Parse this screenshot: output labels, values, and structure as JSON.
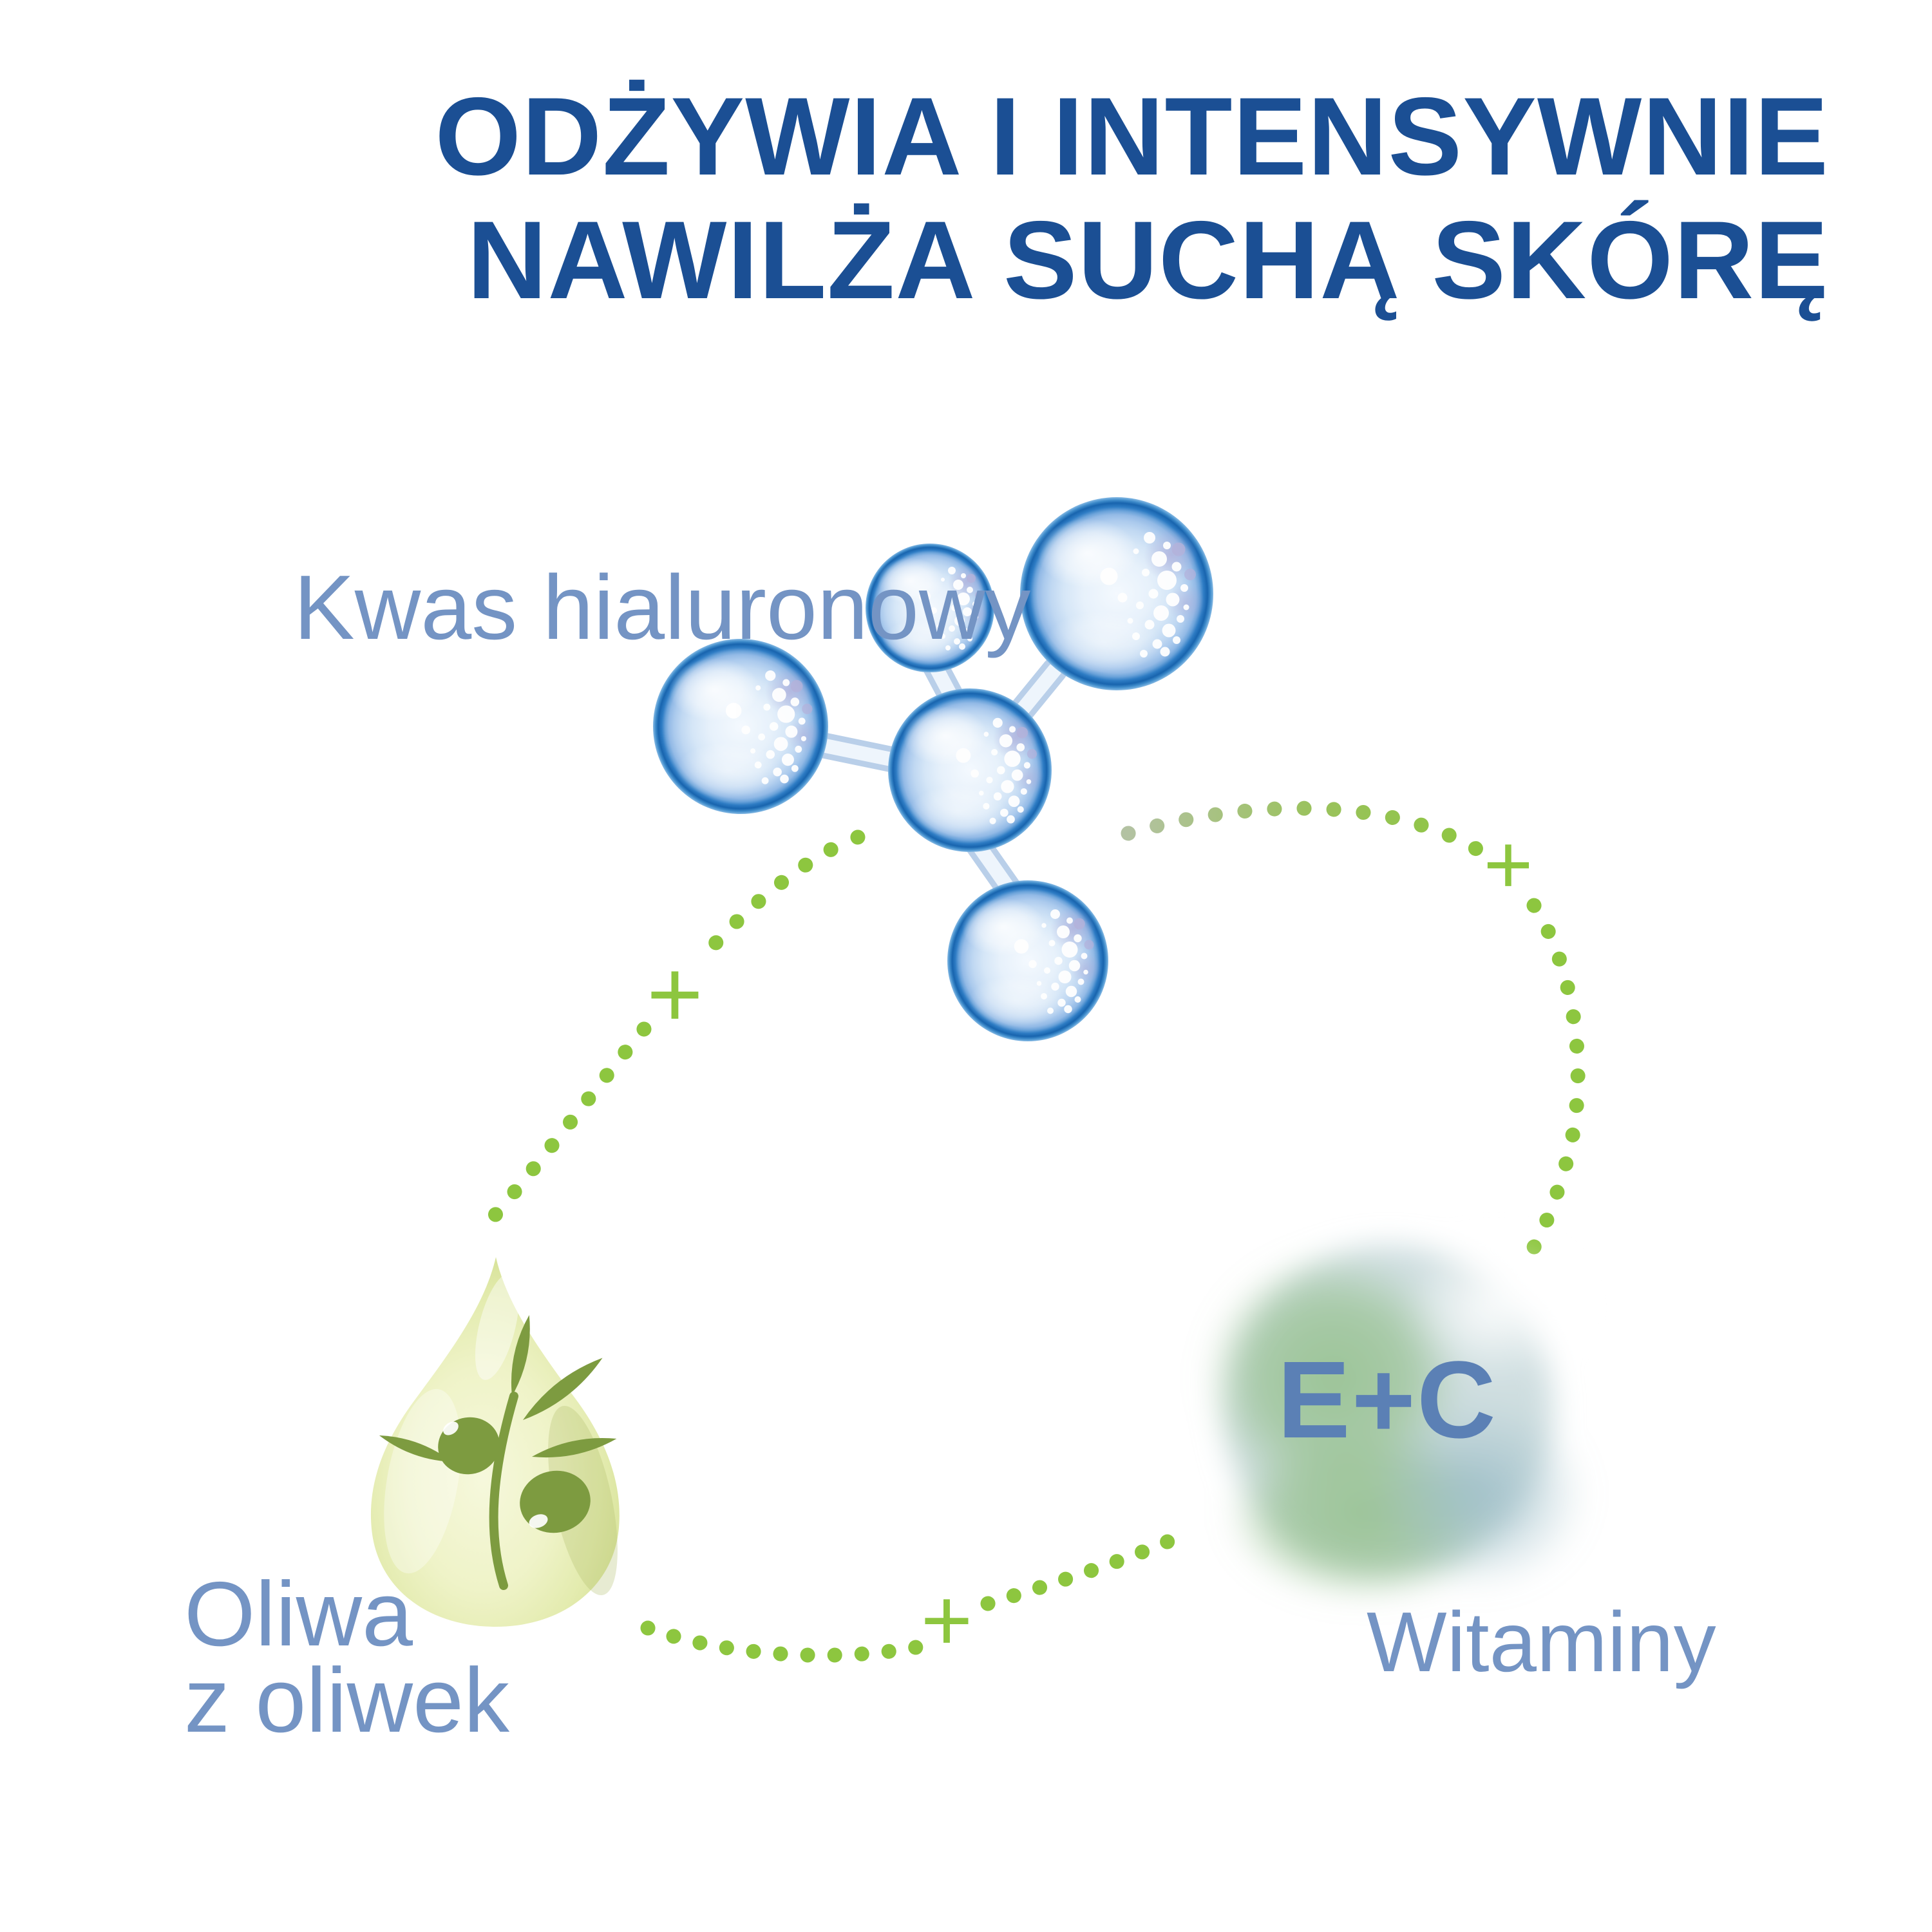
{
  "title": {
    "line1": "ODŻYWIA I INTENSYWNIE",
    "line2": "NAWILŻA SUCHĄ SKÓRĘ"
  },
  "ingredients": {
    "hyaluronic_acid": {
      "label": "Kwas hialuronowy"
    },
    "olive_oil": {
      "label_line1": "Oliwa",
      "label_line2": "z oliwek"
    },
    "vitamins": {
      "label": "Witaminy",
      "badge": "E+C"
    }
  },
  "connector": {
    "plus": "+"
  },
  "colors": {
    "headline_blue": "#1b4f94",
    "label_blue": "#7494c4",
    "badge_blue": "#5b80b5",
    "accent_green": "#8dc63f",
    "olive_green": "#7d9b40",
    "bubble_rim_blue": "#1864ae",
    "drop_yellow_green": "#dde7a4",
    "sphere_green": "#9cc497",
    "sphere_blue_gray": "#9fbfc9"
  }
}
